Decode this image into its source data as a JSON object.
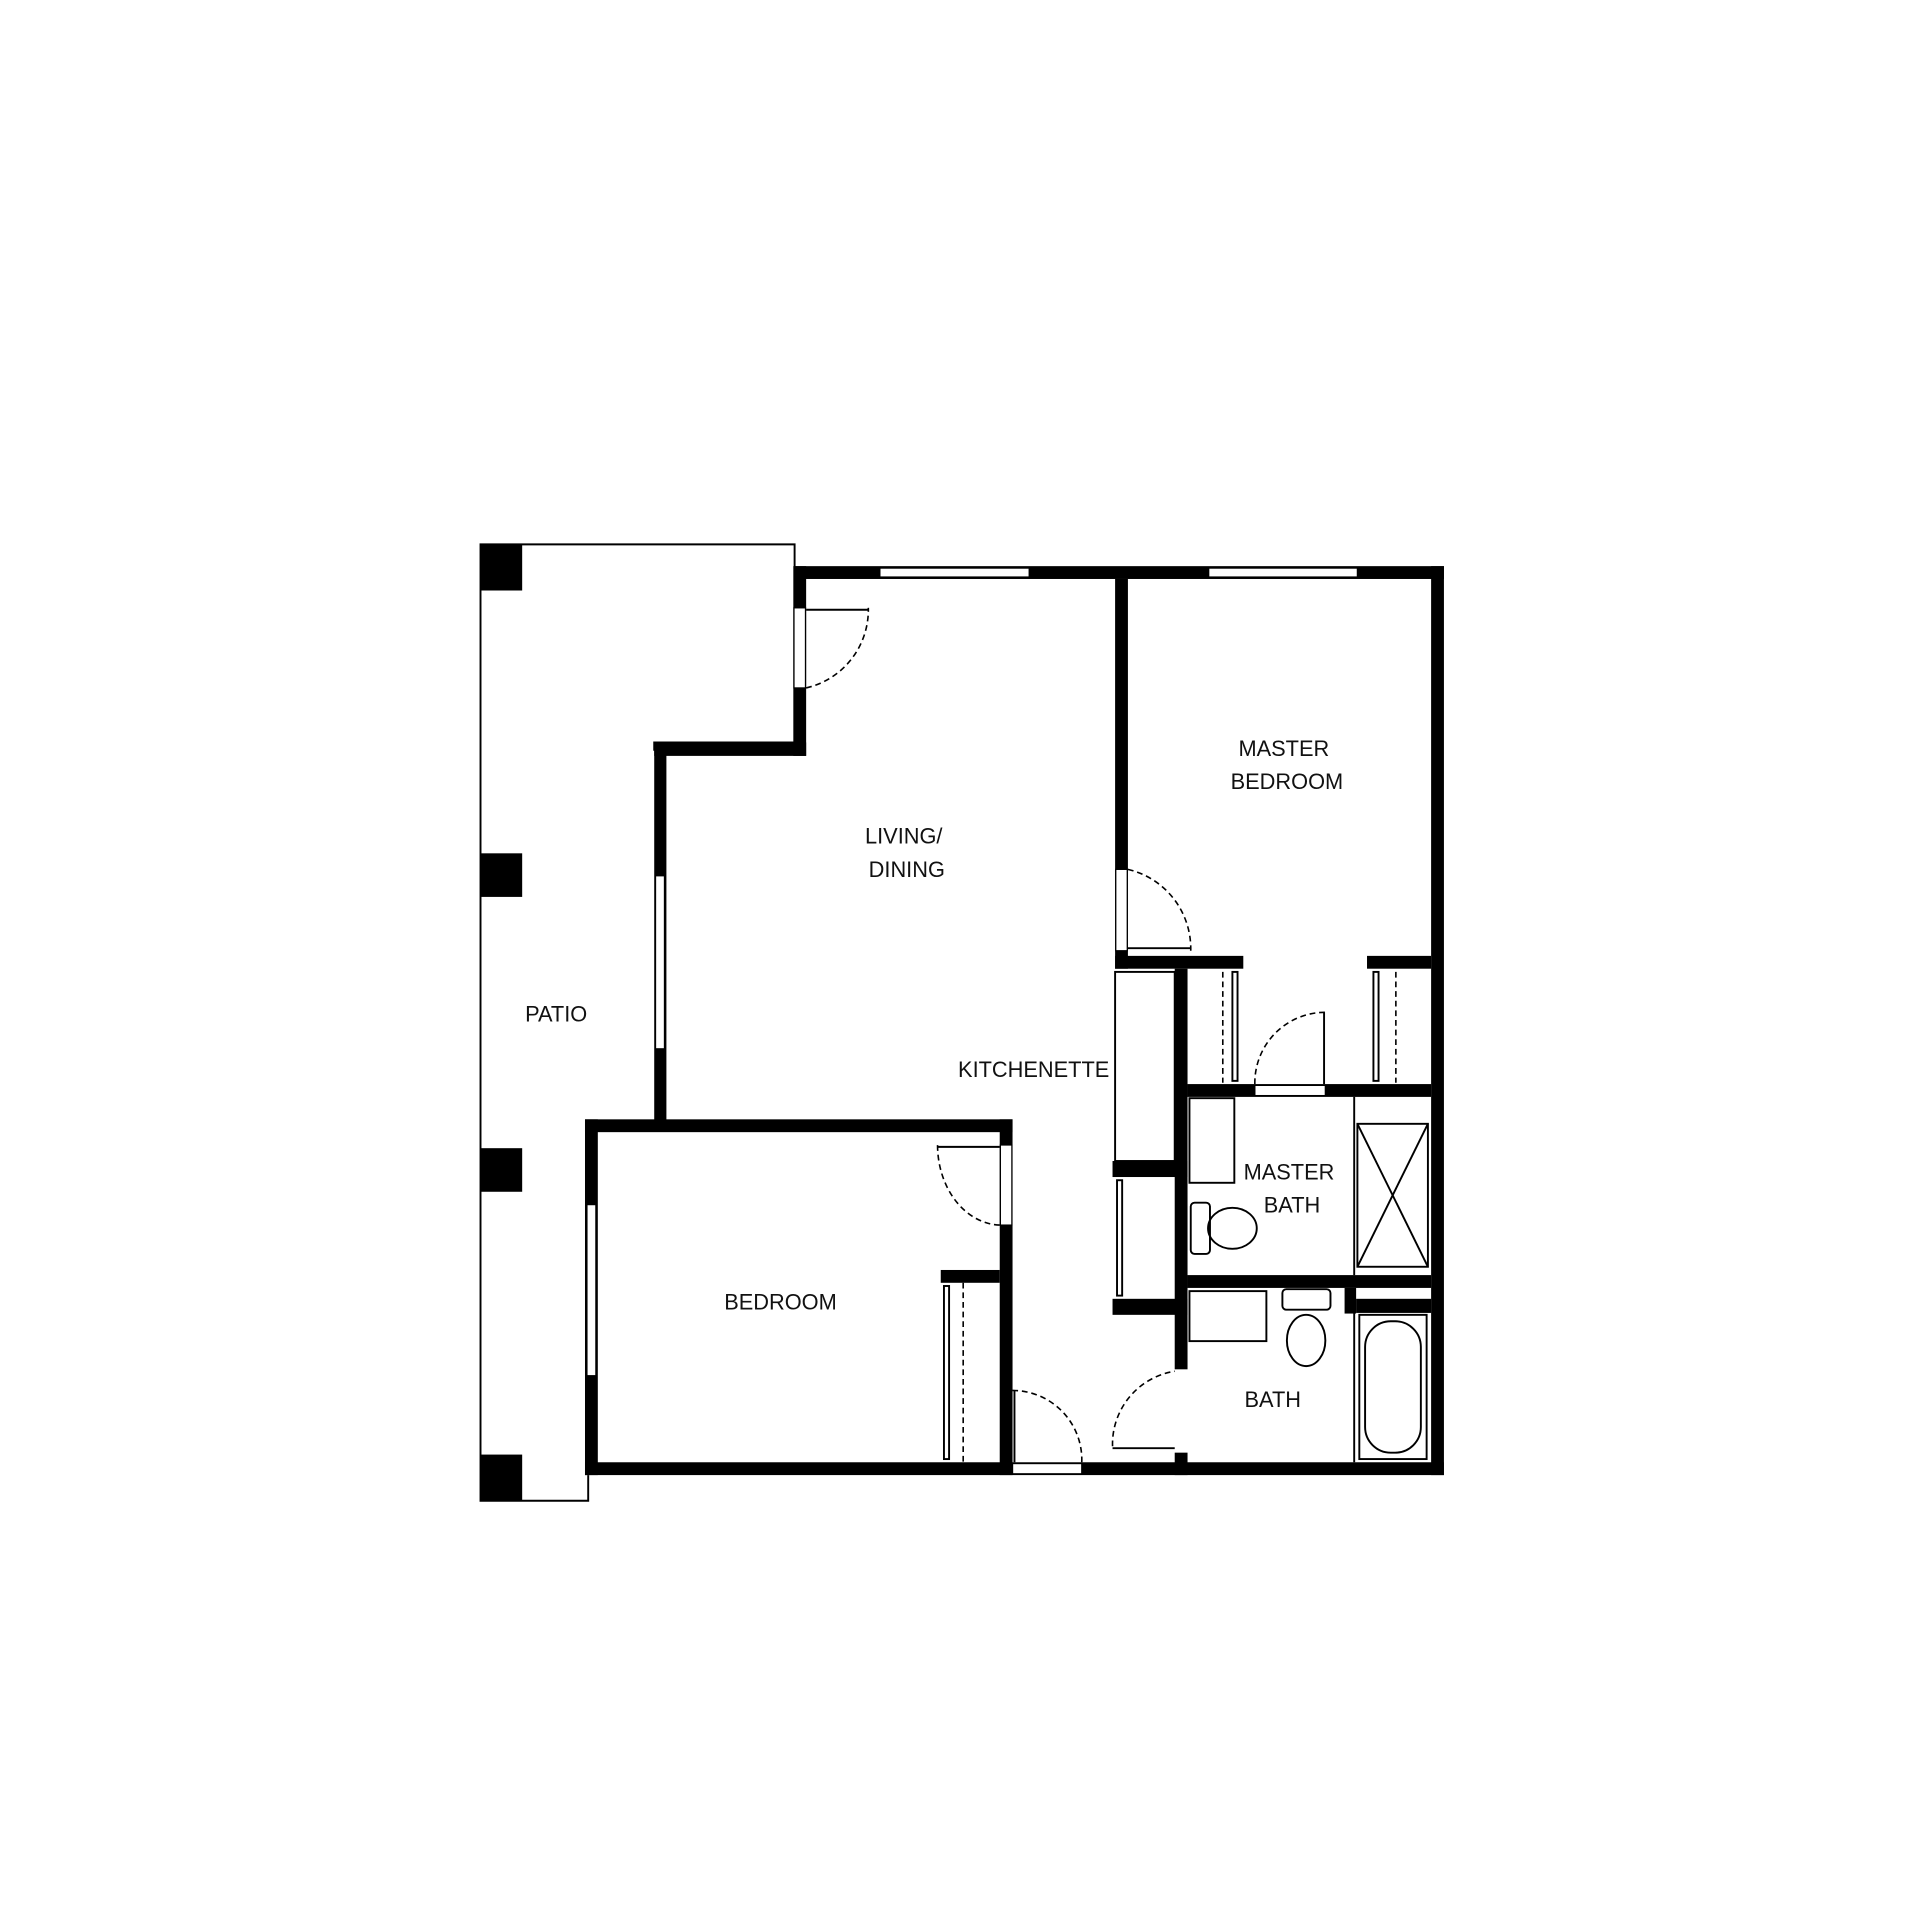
{
  "floorplan": {
    "rooms": {
      "master_bedroom": [
        "MASTER",
        "BEDROOM"
      ],
      "living_dining": [
        "LIVING/",
        "DINING"
      ],
      "patio": "PATIO",
      "kitchenette": "KITCHENETTE",
      "master_bath": [
        "MASTER",
        "BATH"
      ],
      "bedroom": "BEDROOM",
      "bath": "BATH"
    },
    "colors": {
      "wall": "#000000",
      "background": "#ffffff"
    }
  }
}
